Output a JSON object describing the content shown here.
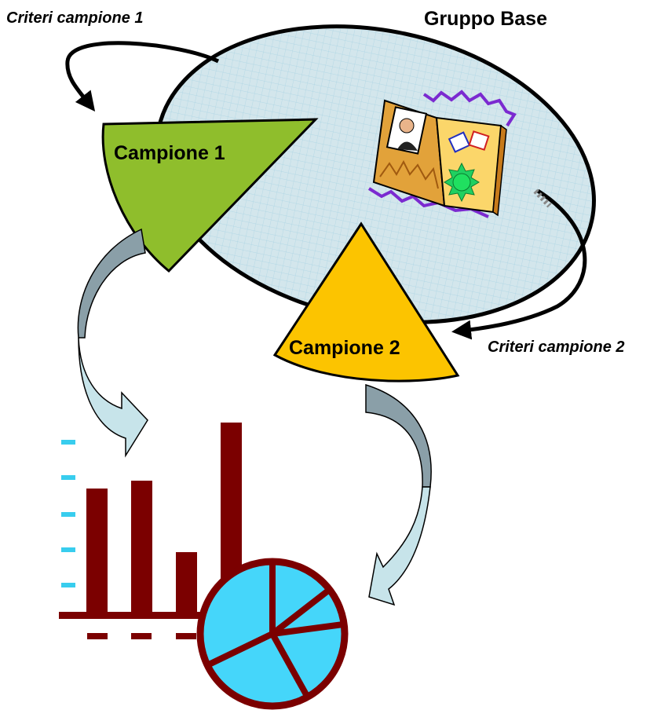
{
  "labels": {
    "criteri_1": "Criteri campione 1",
    "criteri_2": "Criteri campione 2",
    "gruppo_base": "Gruppo Base",
    "campione_1": "Campione 1",
    "campione_2": "Campione 2"
  },
  "colors": {
    "ellipse_fill": "#d3e6ec",
    "grid": "#a9d3e3",
    "campione_1": "#8fbe2c",
    "campione_2": "#fcc400",
    "bar": "#7b0000",
    "pie": "#45d6fa",
    "tick": "#38cdee",
    "flow_arrow_dark": "#8a9fa8",
    "flow_arrow_light": "#c7e4ea"
  },
  "icons": [
    "album-icon",
    "bar-chart-icon",
    "pie-chart-icon"
  ]
}
